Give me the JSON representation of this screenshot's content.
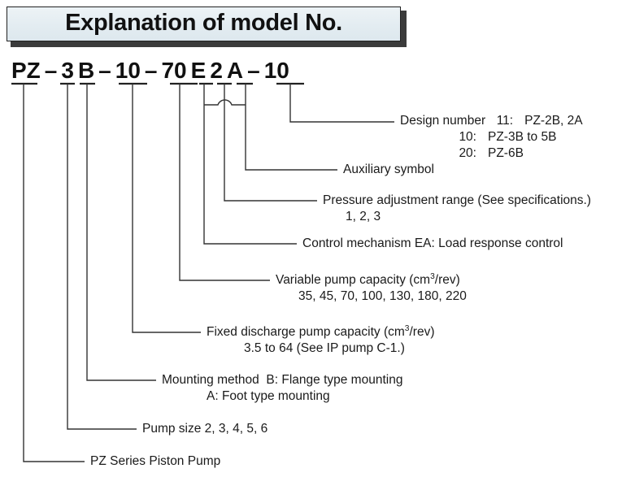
{
  "title": {
    "text": "Explanation of model No."
  },
  "model_number": {
    "tokens": [
      "PZ",
      "–",
      "3",
      "B",
      "–",
      "10",
      "–",
      "70",
      "E",
      "2",
      "A",
      "–",
      "10"
    ],
    "full": "PZ – 3 B – 10 – 70 E 2 A – 10"
  },
  "callouts": [
    {
      "id": "design-number",
      "label": "Design number",
      "rows": [
        {
          "key": "11:",
          "value": "PZ-2B, 2A"
        },
        {
          "key": "10:",
          "value": "PZ-3B to 5B"
        },
        {
          "key": "20:",
          "value": "PZ-6B"
        }
      ]
    },
    {
      "id": "auxiliary-symbol",
      "label": "Auxiliary symbol",
      "detail": ""
    },
    {
      "id": "pressure-adjustment-range",
      "label": "Pressure adjustment range (See specifications.)",
      "detail": "1, 2, 3"
    },
    {
      "id": "control-mechanism",
      "label": "Control mechanism EA: Load response control",
      "detail": ""
    },
    {
      "id": "variable-pump-capacity",
      "label_pre": "Variable pump capacity (cm",
      "label_sup": "3",
      "label_post": "/rev)",
      "detail": "35, 45, 70, 100, 130, 180, 220"
    },
    {
      "id": "fixed-discharge-pump-capacity",
      "label_pre": "Fixed discharge pump capacity (cm",
      "label_sup": "3",
      "label_post": "/rev)",
      "detail": "3.5 to 64 (See IP pump C-1.)"
    },
    {
      "id": "mounting-method",
      "label": "Mounting method",
      "rows": [
        {
          "key": "B:",
          "value": "Flange type mounting"
        },
        {
          "key": "A:",
          "value": "Foot type mounting"
        }
      ]
    },
    {
      "id": "pump-size",
      "label": "Pump size 2, 3, 4, 5, 6",
      "detail": ""
    },
    {
      "id": "pz-series",
      "label": "PZ Series Piston Pump",
      "detail": ""
    }
  ],
  "colors": {
    "title_fill": "#e3ecf1",
    "title_border": "#222222",
    "title_shadow": "#3b3b3b",
    "line": "#333333",
    "text": "#1a1a1a",
    "background": "#ffffff"
  }
}
